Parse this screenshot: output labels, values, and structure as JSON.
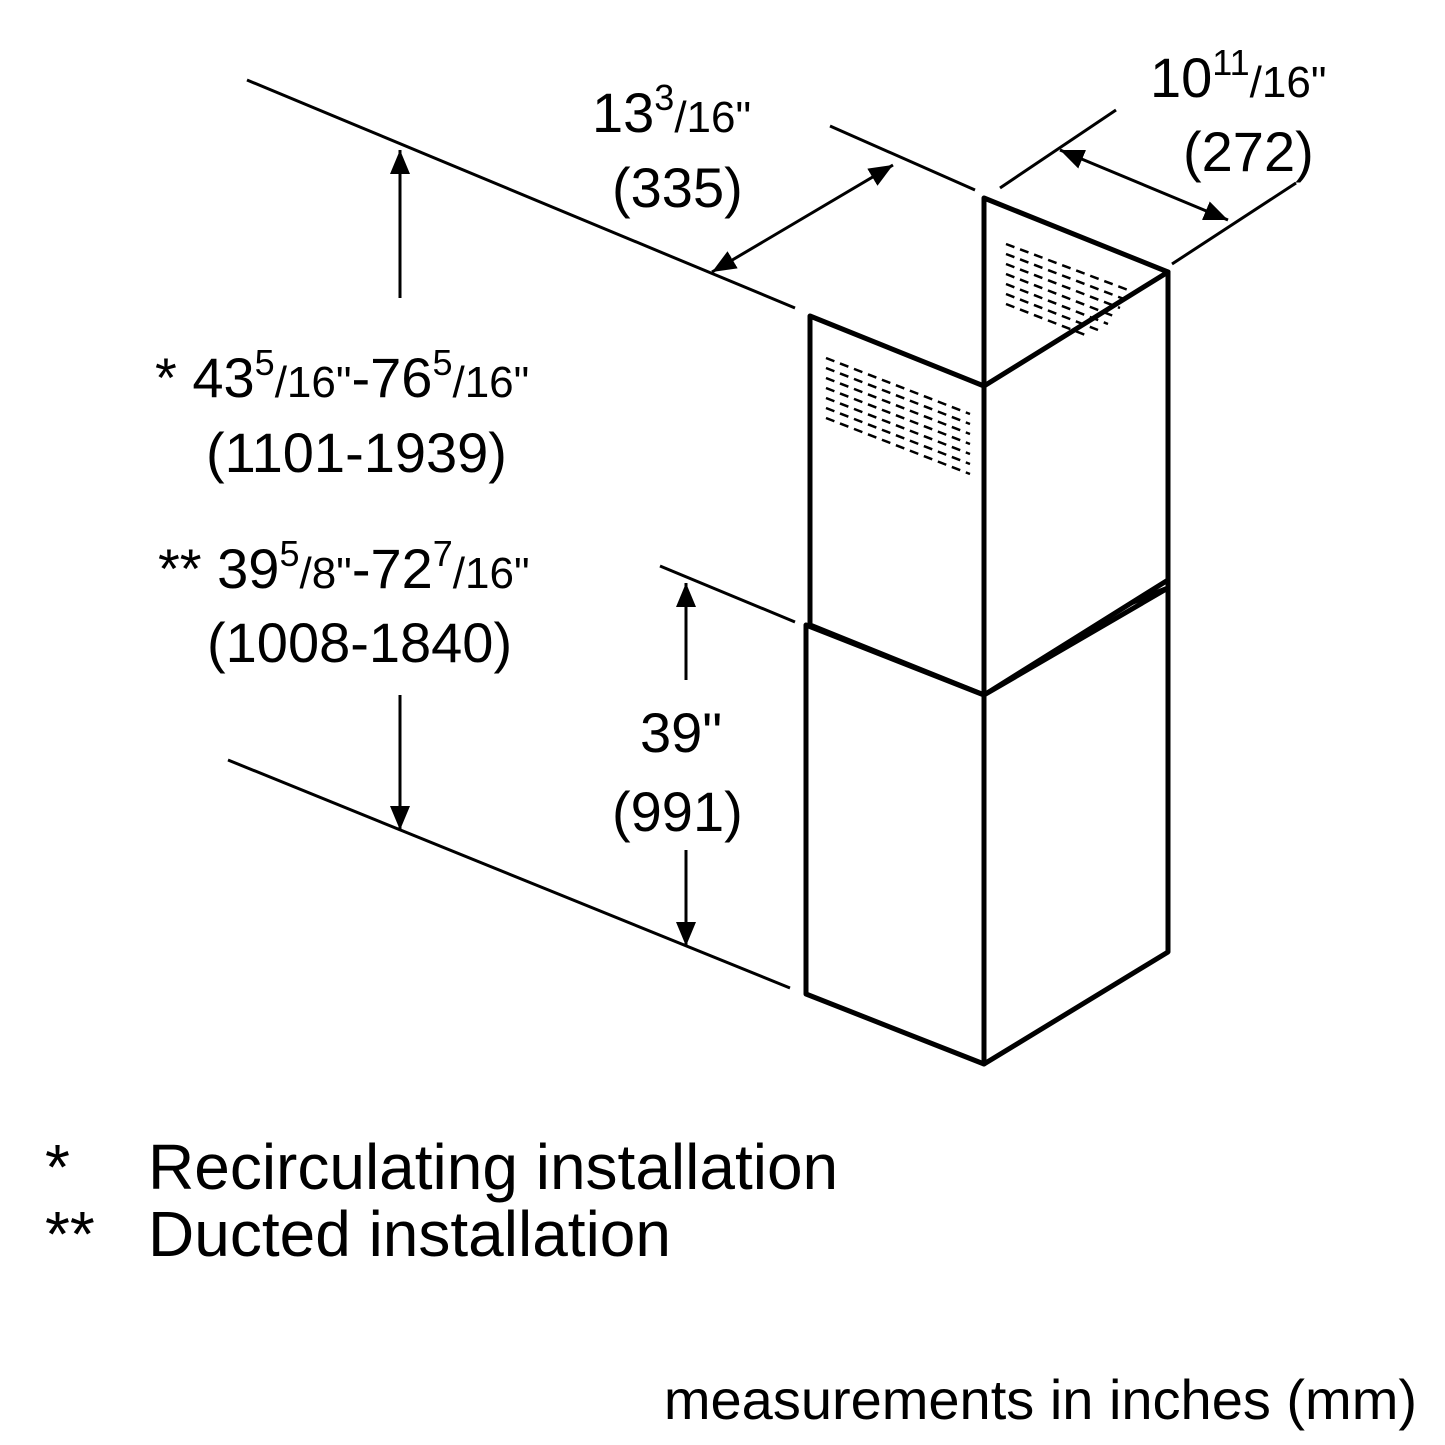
{
  "dimensions": {
    "depth": {
      "whole": "13",
      "num": "3",
      "den": "/16\"",
      "metric": "(335)"
    },
    "width": {
      "whole": "10",
      "num": "11",
      "den": "/16\"",
      "metric": "(272)"
    },
    "recirculating_range": {
      "prefix": "* ",
      "min_whole": "43",
      "min_num": "5",
      "min_den": "/16\"",
      "sep": "-",
      "max_whole": "76",
      "max_num": "5",
      "max_den": "/16\"",
      "metric": "(1101-1939)"
    },
    "ducted_range": {
      "prefix": "** ",
      "min_whole": "39",
      "min_num": "5",
      "min_den": "/8\"",
      "sep": "-",
      "max_whole": "72",
      "max_num": "7",
      "max_den": "/16\"",
      "metric": "(1008-1840)"
    },
    "lower_height": {
      "value": "39\"",
      "metric": "(991)"
    }
  },
  "legend": [
    {
      "marker": "*",
      "text": "Recirculating installation"
    },
    {
      "marker": "**",
      "text": "Ducted installation"
    }
  ],
  "units_note": "measurements in inches (mm)",
  "colors": {
    "ink": "#000000",
    "background": "#ffffff"
  }
}
